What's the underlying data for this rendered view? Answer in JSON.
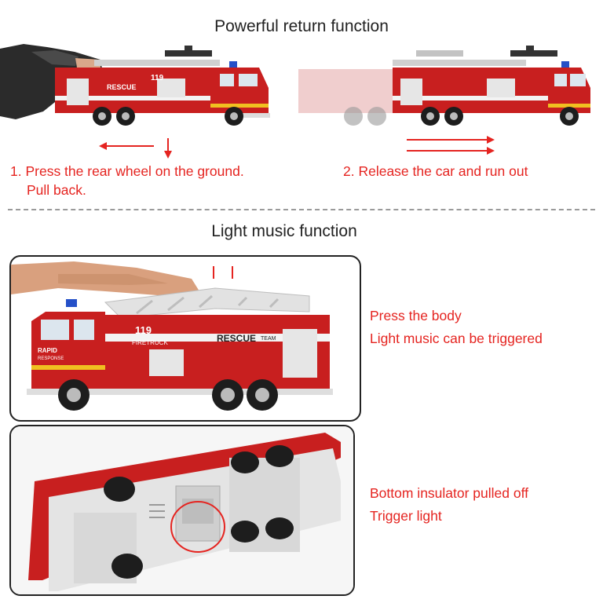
{
  "section1": {
    "title": "Powerful return function",
    "step1_line1": "1. Press the rear wheel on the ground.",
    "step1_line2": "Pull back.",
    "step2": "2. Release the car and run out"
  },
  "section2": {
    "title": "Light music function",
    "panel1_line1": "Press the body",
    "panel1_line2": "Light music can be triggered",
    "panel2_line1": "Bottom insulator pulled off",
    "panel2_line2": "Trigger light"
  },
  "truck": {
    "number": "119",
    "firetruck_label": "FIRETRUCK",
    "rescue_label": "RESCUE",
    "team_label": "TEAM",
    "rapid_label": "RAPID",
    "response_label": "RESPONSE"
  },
  "colors": {
    "accent_red": "#e52420",
    "truck_red": "#c81f1f",
    "divider": "#9a9a9a"
  }
}
